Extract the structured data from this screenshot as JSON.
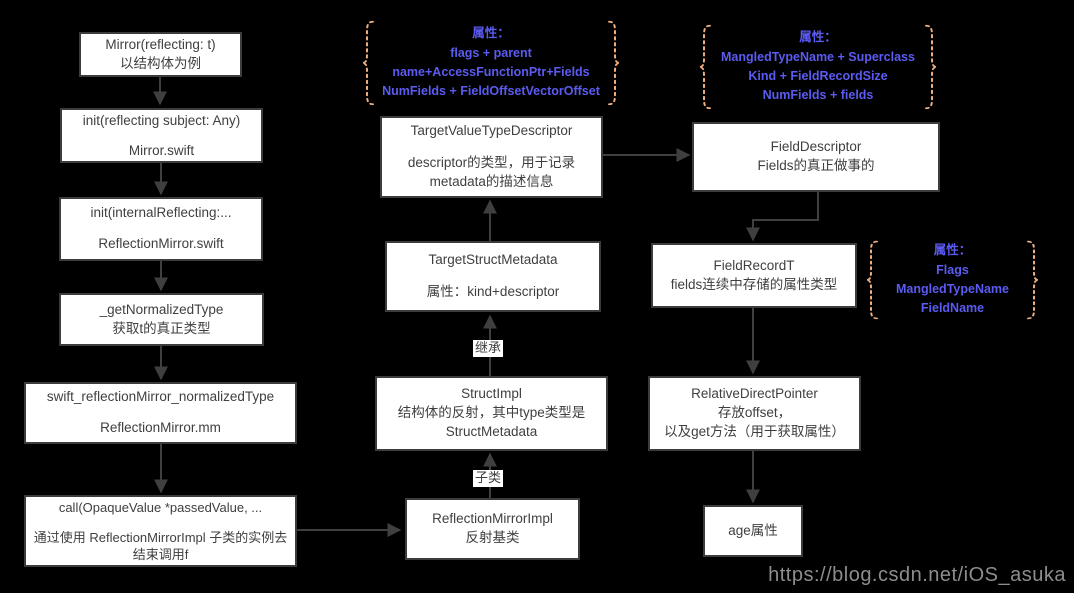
{
  "colors": {
    "page_bg": "#000000",
    "box_bg": "#ffffff",
    "box_border": "#3c3c3c",
    "box_text": "#3f3f3f",
    "line_color": "#3f3f3f",
    "annotation_text": "#5b5bf2",
    "brace_color": "#efaf7f",
    "watermark_text": "#8d8d8d"
  },
  "watermark": "https://blog.csdn.net/iOS_asuka",
  "edge_labels": {
    "inherit": "继承",
    "subclass": "子类"
  },
  "nodes": {
    "mirror_call": {
      "lines": [
        "Mirror(reflecting: t)",
        "以结构体为例"
      ]
    },
    "init_reflecting": {
      "lines": [
        "init(reflecting subject: Any)",
        "",
        "Mirror.swift"
      ]
    },
    "init_internal_reflecting": {
      "lines": [
        "init(internalReflecting:...",
        "",
        "ReflectionMirror.swift"
      ]
    },
    "get_normalized_type": {
      "lines": [
        "_getNormalizedType",
        "获取t的真正类型"
      ]
    },
    "swift_reflection_mirror_normalized_type": {
      "lines": [
        "swift_reflectionMirror_normalizedType",
        "",
        "ReflectionMirror.mm"
      ]
    },
    "call_opaque_value": {
      "lines": [
        "call(OpaqueValue *passedValue, ...",
        "",
        "通过使用 ReflectionMirrorImpl 子类的实例去结束调用f"
      ]
    },
    "target_value_type_descriptor": {
      "lines": [
        "TargetValueTypeDescriptor",
        "",
        "descriptor的类型，用于记录",
        "metadata的描述信息"
      ]
    },
    "target_struct_metadata": {
      "lines": [
        "TargetStructMetadata",
        "",
        "属性：kind+descriptor"
      ]
    },
    "struct_impl": {
      "lines": [
        "StructImpl",
        "结构体的反射，其中type类型是",
        "StructMetadata"
      ]
    },
    "reflection_mirror_impl": {
      "lines": [
        "ReflectionMirrorImpl",
        "反射基类"
      ]
    },
    "field_descriptor": {
      "lines": [
        "FieldDescriptor",
        "Fields的真正做事的"
      ]
    },
    "field_record_t": {
      "lines": [
        "FieldRecordT",
        "fields连续中存储的属性类型"
      ]
    },
    "relative_direct_pointer": {
      "lines": [
        "RelativeDirectPointer",
        "存放offset，",
        "以及get方法（用于获取属性）"
      ]
    },
    "age_property": {
      "lines": [
        "age属性"
      ]
    }
  },
  "annotations": {
    "descriptor_props": {
      "lines": [
        "属性：",
        "flags + parent",
        "name+AccessFunctionPtr+Fields",
        "NumFields + FieldOffsetVectorOffset"
      ]
    },
    "field_descriptor_props": {
      "lines": [
        "属性：",
        "MangledTypeName + Superclass",
        "Kind + FieldRecordSize",
        "NumFields + fields"
      ]
    },
    "field_record_props": {
      "lines": [
        "属性：",
        "Flags",
        "MangledTypeName",
        "FieldName"
      ]
    }
  }
}
